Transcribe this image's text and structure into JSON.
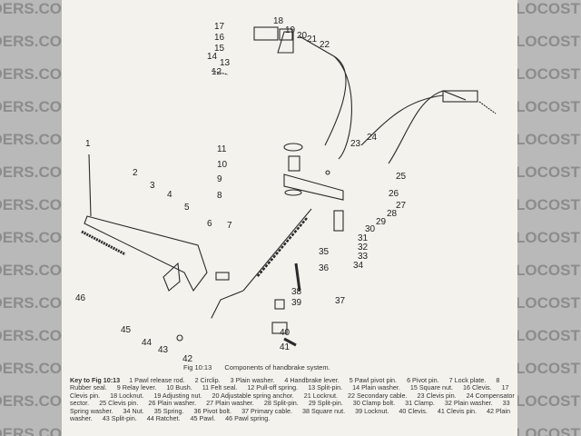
{
  "watermark": {
    "text": "LOCOSTBUILDERS.CO.UK",
    "color": "#8c8c8c"
  },
  "figure": {
    "number": "Fig 10:13",
    "caption": "Components of handbrake system.",
    "part_labels": [
      "1",
      "2",
      "3",
      "4",
      "5",
      "6",
      "7",
      "8",
      "9",
      "10",
      "11",
      "12",
      "13",
      "14",
      "15",
      "16",
      "17",
      "18",
      "19",
      "20",
      "21",
      "22",
      "23",
      "24",
      "25",
      "26",
      "27",
      "28",
      "29",
      "30",
      "31",
      "32",
      "33",
      "34",
      "35",
      "36",
      "37",
      "38",
      "39",
      "40",
      "41",
      "42",
      "43",
      "44",
      "45",
      "46"
    ]
  },
  "key": {
    "title": "Key to Fig 10:13",
    "items": [
      "1 Pawl release rod.",
      "2 Circlip.",
      "3 Plain washer.",
      "4 Handbrake lever.",
      "5 Pawl pivot pin.",
      "6 Pivot pin.",
      "7 Lock plate.",
      "8 Rubber seal.",
      "9 Relay lever.",
      "10 Bush.",
      "11 Felt seal.",
      "12 Pull-off spring.",
      "13 Split-pin.",
      "14 Plain washer.",
      "15 Square nut.",
      "16 Clevis.",
      "17 Clevis pin.",
      "18 Locknut.",
      "19 Adjusting nut.",
      "20 Adjustable spring anchor.",
      "21 Locknut.",
      "22 Secondary cable.",
      "23 Clevis pin.",
      "24 Compensator sector.",
      "25 Clevis pin.",
      "26 Plain washer.",
      "27 Plain washer.",
      "28 Split-pin.",
      "29 Split-pin.",
      "30 Clamp bolt.",
      "31 Clamp.",
      "32 Plain washer.",
      "33 Spring washer.",
      "34 Nut.",
      "35 Spring.",
      "36 Pivot bolt.",
      "37 Primary cable.",
      "38 Square nut.",
      "39 Locknut.",
      "40 Clevis.",
      "41 Clevis pin.",
      "42 Plain washer.",
      "43 Split-pin.",
      "44 Ratchet.",
      "45 Pawl.",
      "46 Pawl spring."
    ]
  }
}
